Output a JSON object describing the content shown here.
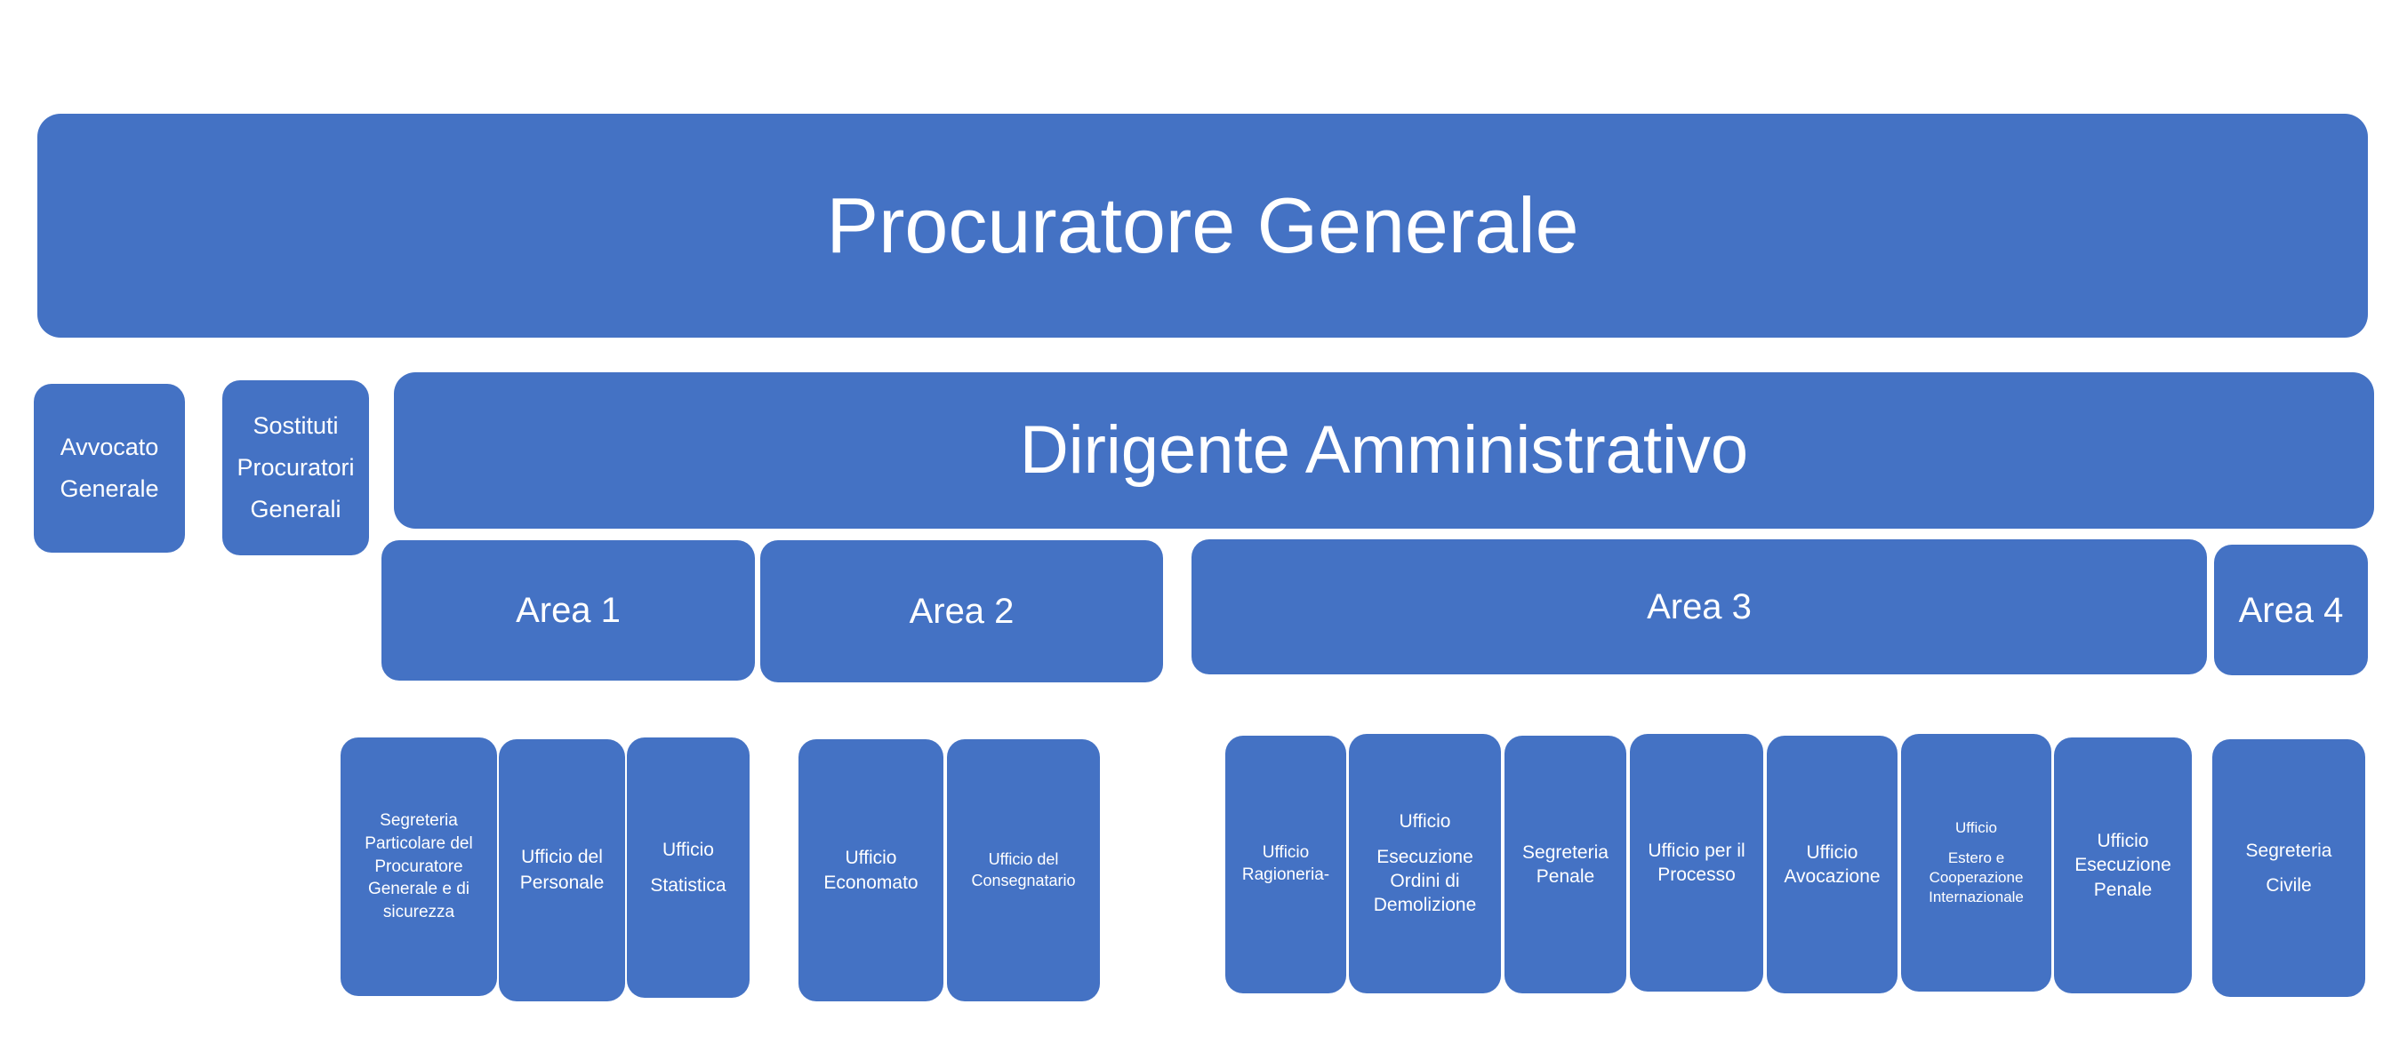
{
  "diagram": {
    "type": "org-chart",
    "colors": {
      "accent": "#4472C4",
      "box_text": "#FFFFFF",
      "background": "#FFFFFF"
    },
    "nodes": {
      "procuratore": {
        "lines": [
          "Procuratore Generale"
        ]
      },
      "avvocato": {
        "lines": [
          "Avvocato",
          "Generale"
        ]
      },
      "sostituti": {
        "lines": [
          "Sostituti",
          "Procuratori",
          "Generali"
        ]
      },
      "dirigente": {
        "lines": [
          "Dirigente Amministrativo"
        ]
      },
      "area1": {
        "lines": [
          "Area 1"
        ]
      },
      "area2": {
        "lines": [
          "Area 2"
        ]
      },
      "area3": {
        "lines": [
          "Area 3"
        ]
      },
      "area4": {
        "lines": [
          "Area 4"
        ]
      },
      "seg_particolare": {
        "lines": [
          "Segreteria Particolare del Procuratore Generale e di sicurezza"
        ]
      },
      "uff_personale": {
        "lines": [
          "Ufficio del Personale"
        ]
      },
      "uff_statistica": {
        "lines": [
          "Ufficio",
          "Statistica"
        ]
      },
      "uff_economato": {
        "lines": [
          "Ufficio Economato"
        ]
      },
      "uff_consegnatario": {
        "lines": [
          "Ufficio del Consegnatario"
        ]
      },
      "uff_ragioneria": {
        "lines": [
          "Ufficio Ragioneria-"
        ]
      },
      "uff_esecuzione_ordini": {
        "lines": [
          "Ufficio",
          "Esecuzione Ordini di Demolizione"
        ]
      },
      "seg_penale": {
        "lines": [
          "Segreteria Penale"
        ]
      },
      "uff_processo": {
        "lines": [
          "Ufficio per il Processo"
        ]
      },
      "uff_avocazione": {
        "lines": [
          "Ufficio Avocazione"
        ]
      },
      "uff_estero": {
        "lines": [
          "Ufficio",
          "Estero e Cooperazione Internazionale"
        ]
      },
      "uff_esecuzione_penale": {
        "lines": [
          "Ufficio Esecuzione Penale"
        ]
      },
      "seg_civile": {
        "lines": [
          "Segreteria",
          "Civile"
        ]
      }
    }
  }
}
